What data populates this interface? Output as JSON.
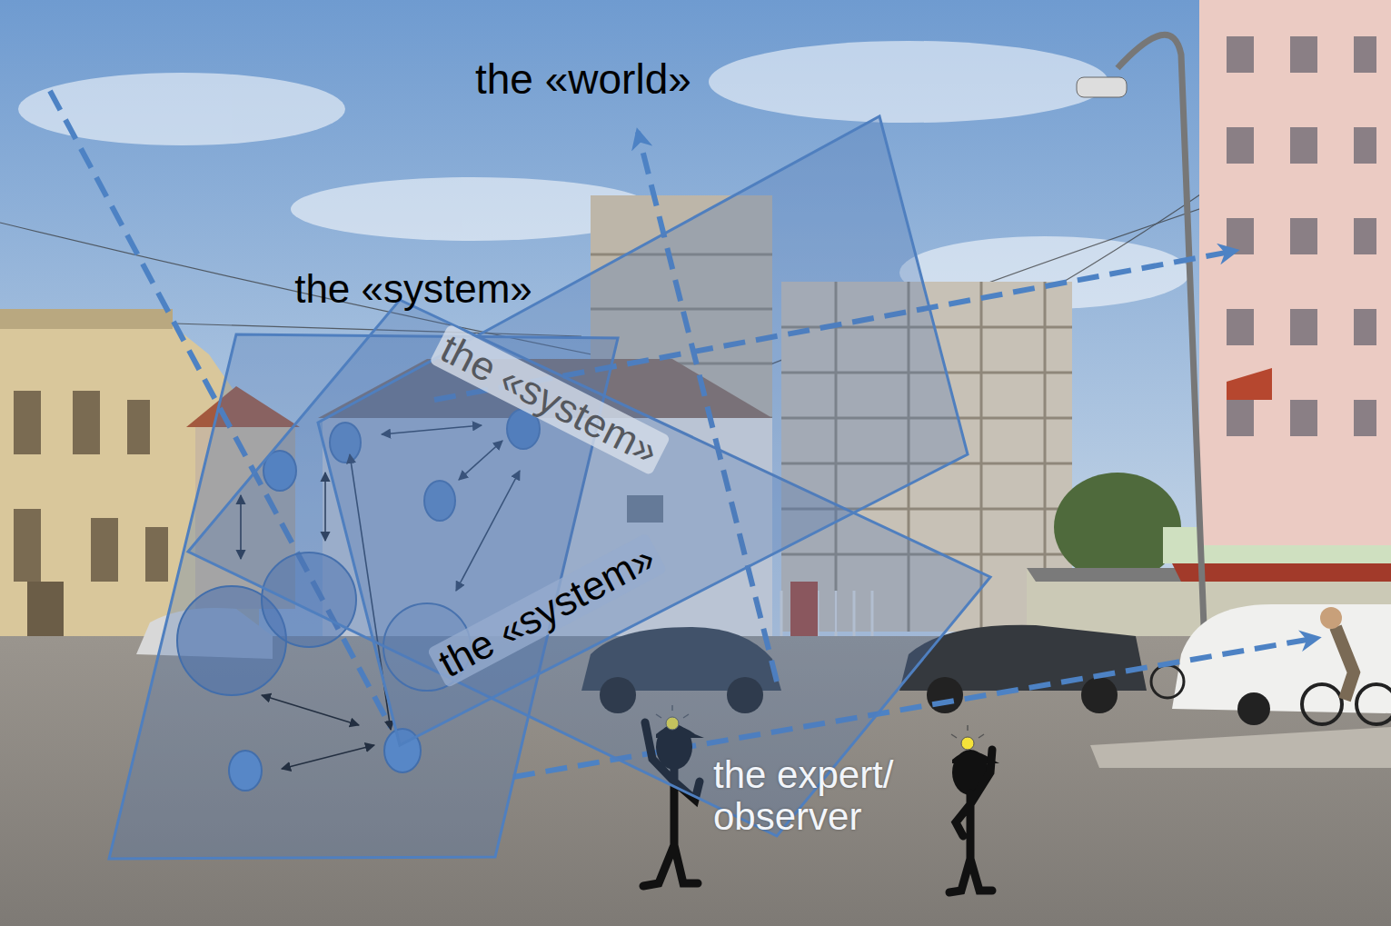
{
  "diagram": {
    "nodes": [
      {
        "text": [
          "the «system»"
        ]
      },
      {
        "text": [
          "the «system»"
        ]
      },
      {
        "text": [
          "the «system»"
        ]
      }
    ],
    "labels": [
      "the «world»",
      "the expert/ observer"
    ]
  }
}
